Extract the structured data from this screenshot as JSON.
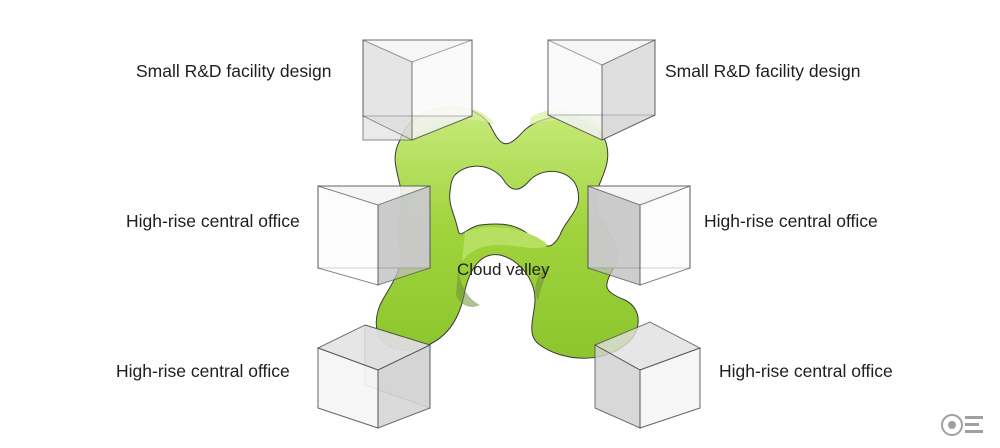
{
  "labels": {
    "top_left": "Small R&D facility design",
    "top_right": "Small R&D facility design",
    "mid_left": "High-rise central office",
    "mid_right": "High-rise central office",
    "bottom_left": "High-rise central office",
    "bottom_right": "High-rise central office",
    "center": "Cloud valley"
  },
  "colors": {
    "green": "#9fd33b",
    "green_light": "#c4e875",
    "green_dark": "#7fb82a",
    "box_stroke": "#555555",
    "box_fill": "#ececec"
  }
}
